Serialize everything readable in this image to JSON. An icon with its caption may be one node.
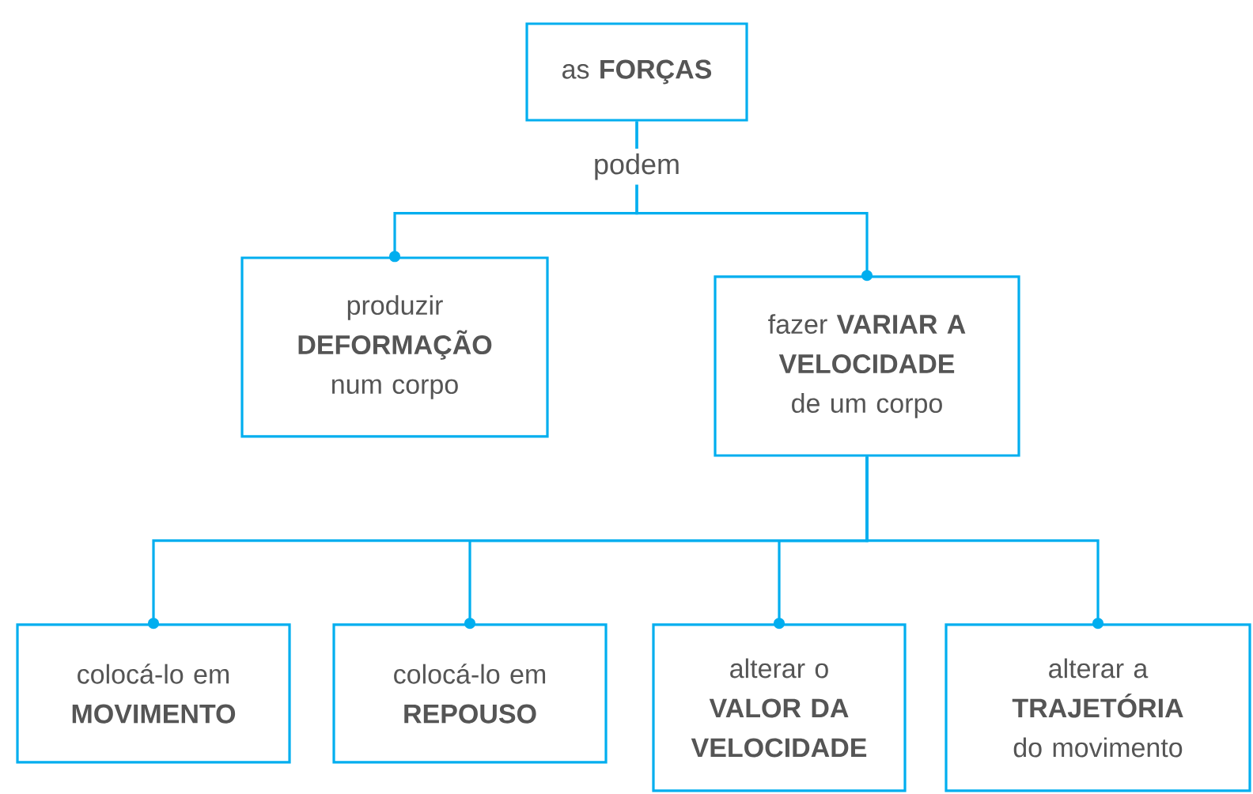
{
  "diagram": {
    "nodes": [
      {
        "text": [
          "as **FORÇAS**"
        ]
      },
      {
        "text": [
          "produzir **DEFORMAÇÃO** num corpo"
        ]
      },
      {
        "text": [
          "fazer **VARIAR A VELOCIDADE** de um corpo"
        ]
      },
      {
        "text": [
          "colocá-lo em **MOVIMENTO**"
        ]
      },
      {
        "text": [
          "colocá-lo em **REPOUSO**"
        ]
      },
      {
        "text": [
          "alterar o **VALOR DA VELOCIDADE**"
        ]
      },
      {
        "text": [
          "alterar a **TRAJETÓRIA** do movimento"
        ]
      }
    ],
    "edges": [
      {
        "from": 0,
        "to": 1,
        "arrow": "other",
        "label": "podem"
      },
      {
        "from": 0,
        "to": 2,
        "arrow": "other"
      },
      {
        "from": 2,
        "to": 3,
        "arrow": "other"
      },
      {
        "from": 2,
        "to": 4,
        "arrow": "other"
      },
      {
        "from": 2,
        "to": 5,
        "arrow": "other"
      },
      {
        "from": 2,
        "to": 6,
        "arrow": "other"
      }
    ]
  }
}
